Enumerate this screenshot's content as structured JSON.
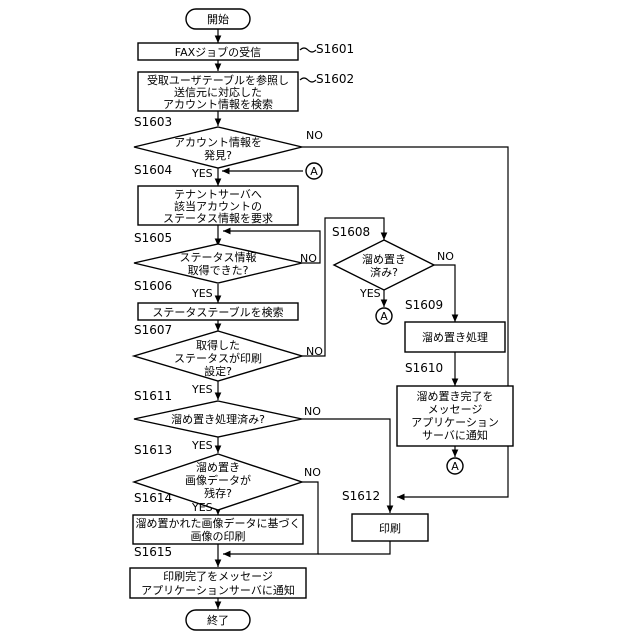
{
  "flowchart": {
    "start": "開始",
    "end": "終了",
    "s1601": {
      "step": "S1601",
      "lines": [
        "FAXジョブの受信"
      ]
    },
    "s1602": {
      "step": "S1602",
      "lines": [
        "受取ユーザテーブルを参照し",
        "送信元に対応した",
        "アカウント情報を検索"
      ]
    },
    "s1603": {
      "step": "S1603",
      "lines": [
        "アカウント情報を",
        "発見?"
      ]
    },
    "s1604": {
      "step": "S1604",
      "lines": [
        "テナントサーバへ",
        "該当アカウントの",
        "ステータス情報を要求"
      ]
    },
    "s1605": {
      "step": "S1605",
      "lines": [
        "ステータス情報",
        "取得できた?"
      ]
    },
    "s1606": {
      "step": "S1606",
      "lines": [
        "ステータステーブルを検索"
      ]
    },
    "s1607": {
      "step": "S1607",
      "lines": [
        "取得した",
        "ステータスが印刷",
        "設定?"
      ]
    },
    "s1608": {
      "step": "S1608",
      "lines": [
        "溜め置き",
        "済み?"
      ]
    },
    "s1609": {
      "step": "S1609",
      "lines": [
        "溜め置き処理"
      ]
    },
    "s1610": {
      "step": "S1610",
      "lines": [
        "溜め置き完了を",
        "メッセージ",
        "アプリケーション",
        "サーバに通知"
      ]
    },
    "s1611": {
      "step": "S1611",
      "lines": [
        "溜め置き処理済み?"
      ]
    },
    "s1612": {
      "step": "S1612",
      "lines": [
        "印刷"
      ]
    },
    "s1613": {
      "step": "S1613",
      "lines": [
        "溜め置き",
        "画像データが",
        "残存?"
      ]
    },
    "s1614": {
      "step": "S1614",
      "lines": [
        "溜め置かれた画像データに基づく",
        "画像の印刷"
      ]
    },
    "s1615": {
      "step": "S1615",
      "lines": [
        "印刷完了をメッセージ",
        "アプリケーションサーバに通知"
      ]
    },
    "yes": "YES",
    "no": "NO",
    "connector": "A"
  }
}
